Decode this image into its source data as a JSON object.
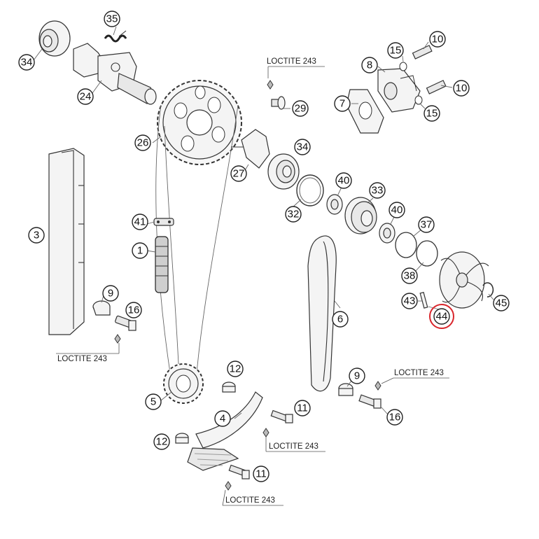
{
  "callouts": [
    {
      "id": "c34a",
      "label": "34"
    },
    {
      "id": "c35",
      "label": "35"
    },
    {
      "id": "c24",
      "label": "24"
    },
    {
      "id": "c26",
      "label": "26"
    },
    {
      "id": "c3",
      "label": "3"
    },
    {
      "id": "c41",
      "label": "41"
    },
    {
      "id": "c1",
      "label": "1"
    },
    {
      "id": "c9a",
      "label": "9"
    },
    {
      "id": "c16a",
      "label": "16"
    },
    {
      "id": "c5",
      "label": "5"
    },
    {
      "id": "c4",
      "label": "4"
    },
    {
      "id": "c12a",
      "label": "12"
    },
    {
      "id": "c12b",
      "label": "12"
    },
    {
      "id": "c11a",
      "label": "11"
    },
    {
      "id": "c11b",
      "label": "11"
    },
    {
      "id": "c29",
      "label": "29"
    },
    {
      "id": "c27",
      "label": "27"
    },
    {
      "id": "c34b",
      "label": "34"
    },
    {
      "id": "c32",
      "label": "32"
    },
    {
      "id": "c40a",
      "label": "40"
    },
    {
      "id": "c33",
      "label": "33"
    },
    {
      "id": "c40b",
      "label": "40"
    },
    {
      "id": "c37",
      "label": "37"
    },
    {
      "id": "c38",
      "label": "38"
    },
    {
      "id": "c43",
      "label": "43"
    },
    {
      "id": "c44",
      "label": "44"
    },
    {
      "id": "c45",
      "label": "45"
    },
    {
      "id": "c6",
      "label": "6"
    },
    {
      "id": "c9b",
      "label": "9"
    },
    {
      "id": "c16b",
      "label": "16"
    },
    {
      "id": "c7",
      "label": "7"
    },
    {
      "id": "c8",
      "label": "8"
    },
    {
      "id": "c15a",
      "label": "15"
    },
    {
      "id": "c15b",
      "label": "15"
    },
    {
      "id": "c10a",
      "label": "10"
    },
    {
      "id": "c10b",
      "label": "10"
    }
  ],
  "notes": {
    "loctite_top": "LOCTITE 243",
    "loctite_left": "LOCTITE 243",
    "loctite_right": "LOCTITE 243",
    "loctite_mid": "LOCTITE 243",
    "loctite_bottom": "LOCTITE 243"
  },
  "highlight": {
    "label": "44",
    "color": "#d9262c"
  }
}
